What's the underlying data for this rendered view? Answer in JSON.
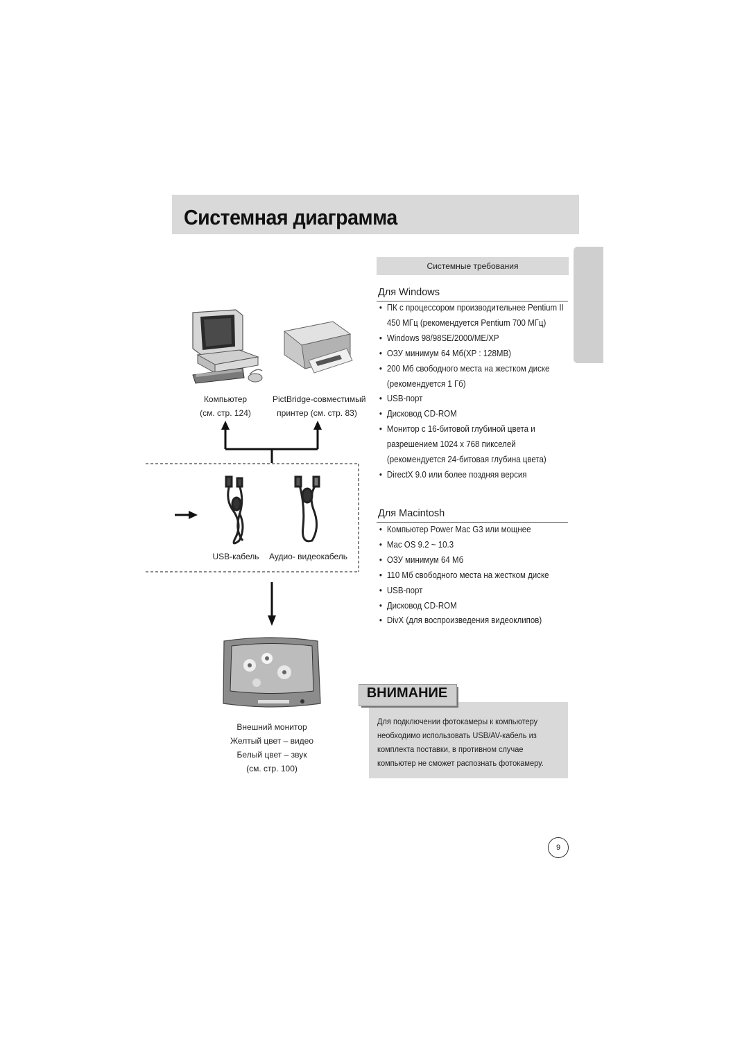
{
  "title": "Системная диаграмма",
  "requirements": {
    "header": "Системные требования",
    "windows": {
      "heading": "Для Windows",
      "items": [
        {
          "bullet": true,
          "text": "ПК с процессором производительнее Pentium II"
        },
        {
          "bullet": false,
          "text": "450 МГц (рекомендуется Pentium 700 МГц)"
        },
        {
          "bullet": true,
          "text": "Windows 98/98SE/2000/ME/XP"
        },
        {
          "bullet": true,
          "text": "ОЗУ минимум 64 Мб(XP : 128MB)"
        },
        {
          "bullet": true,
          "text": "200 Мб свободного места на жестком диске"
        },
        {
          "bullet": false,
          "text": "(рекомендуется 1 Гб)"
        },
        {
          "bullet": true,
          "text": "USB-порт"
        },
        {
          "bullet": true,
          "text": "Дисковод CD-ROM"
        },
        {
          "bullet": true,
          "text": "Монитор с 16-битовой глубиной цвета и"
        },
        {
          "bullet": false,
          "text": "разрешением 1024 x 768 пикселей"
        },
        {
          "bullet": false,
          "text": "(рекомендуется 24-битовая глубина цвета)"
        },
        {
          "bullet": true,
          "text": "DirectX 9.0 или более поздняя версия"
        }
      ]
    },
    "mac": {
      "heading": "Для Macintosh",
      "items": [
        {
          "bullet": true,
          "text": "Компьютер Power Mac G3 или мощнее"
        },
        {
          "bullet": true,
          "text": "Mac OS 9.2 ~ 10.3"
        },
        {
          "bullet": true,
          "text": "ОЗУ минимум 64 Мб"
        },
        {
          "bullet": true,
          "text": "110 Мб свободного места на жестком диске"
        },
        {
          "bullet": true,
          "text": "USB-порт"
        },
        {
          "bullet": true,
          "text": "Дисковод CD-ROM"
        },
        {
          "bullet": true,
          "text": "DivX (для воспроизведения видеоклипов)"
        }
      ]
    }
  },
  "diagram": {
    "computer": {
      "line1": "Компьютер",
      "line2": "(см. стр. 124)"
    },
    "printer": {
      "line1": "PictBridge-совместимый",
      "line2": "принтер (см. стр. 83)"
    },
    "usb_cable": "USB-кабель",
    "av_cable": "Аудио- видеокабель",
    "monitor": {
      "line1": "Внешний монитор",
      "line2": "Желтый цвет – видео",
      "line3": "Белый цвет – звук",
      "line4": "(см. стр. 100)"
    }
  },
  "warning": {
    "title": "ВНИМАНИЕ",
    "lines": [
      "Для подключении фотокамеры к компьютеру",
      "необходимо использовать USB/AV-кабель из",
      "комплекта поставки, в противном случае",
      "компьютер не сможет распознать фотокамеру."
    ]
  },
  "page_number": "9",
  "bullet_char": "•"
}
